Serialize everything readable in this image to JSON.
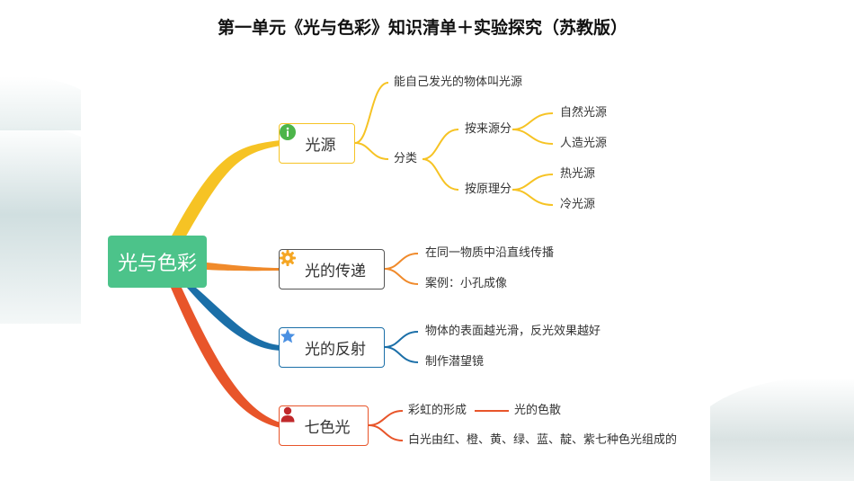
{
  "title": "第一单元《光与色彩》知识清单＋实验探究（苏教版）",
  "mindmap": {
    "root": "光与色彩",
    "branches": [
      {
        "label": "光源",
        "icon": "info-icon",
        "color": "#f6c324",
        "children": [
          {
            "label": "能自己发光的物体叫光源"
          },
          {
            "label": "分类",
            "children": [
              {
                "label": "按来源分",
                "children": [
                  {
                    "label": "自然光源"
                  },
                  {
                    "label": "人造光源"
                  }
                ]
              },
              {
                "label": "按原理分",
                "children": [
                  {
                    "label": "热光源"
                  },
                  {
                    "label": "冷光源"
                  }
                ]
              }
            ]
          }
        ]
      },
      {
        "label": "光的传递",
        "icon": "gear-icon",
        "color": "#f08a2b",
        "children": [
          {
            "label": "在同一物质中沿直线传播"
          },
          {
            "label": "案例：小孔成像"
          }
        ]
      },
      {
        "label": "光的反射",
        "icon": "star-icon",
        "color": "#1b6fa8",
        "children": [
          {
            "label": "物体的表面越光滑，反光效果越好"
          },
          {
            "label": "制作潜望镜"
          }
        ]
      },
      {
        "label": "七色光",
        "icon": "person-icon",
        "color": "#e8552a",
        "children": [
          {
            "label": "彩虹的形成",
            "relation_target": "光的色散"
          },
          {
            "label": "白光由红、橙、黄、绿、蓝、靛、紫七种色光组成的"
          }
        ]
      }
    ]
  }
}
